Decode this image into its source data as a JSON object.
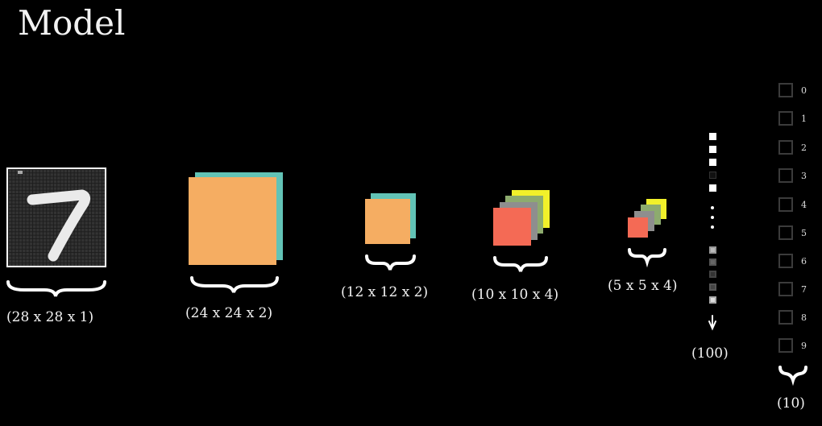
{
  "title": "Model",
  "layers": [
    {
      "id": "input",
      "label": "(28 x 28 x 1)"
    },
    {
      "id": "conv1",
      "label": "(24 x 24 x 2)"
    },
    {
      "id": "pool1",
      "label": "(12 x 12 x 2)"
    },
    {
      "id": "conv2",
      "label": "(10 x 10 x 4)"
    },
    {
      "id": "pool2",
      "label": "(5 x 5 x 4)"
    },
    {
      "id": "flatten",
      "label": "(100)"
    },
    {
      "id": "output",
      "label": "(10)"
    }
  ],
  "outputs": [
    "0",
    "1",
    "2",
    "3",
    "4",
    "5",
    "6",
    "7",
    "8",
    "9"
  ],
  "colors": {
    "orange": "#f5ad62",
    "teal": "#62c3b6",
    "red": "#f46a55",
    "gray": "#8e8e8e",
    "green": "#8dab6e",
    "yellow": "#f1f02a",
    "box_border": "#3b3b3b",
    "background": "#000000"
  }
}
